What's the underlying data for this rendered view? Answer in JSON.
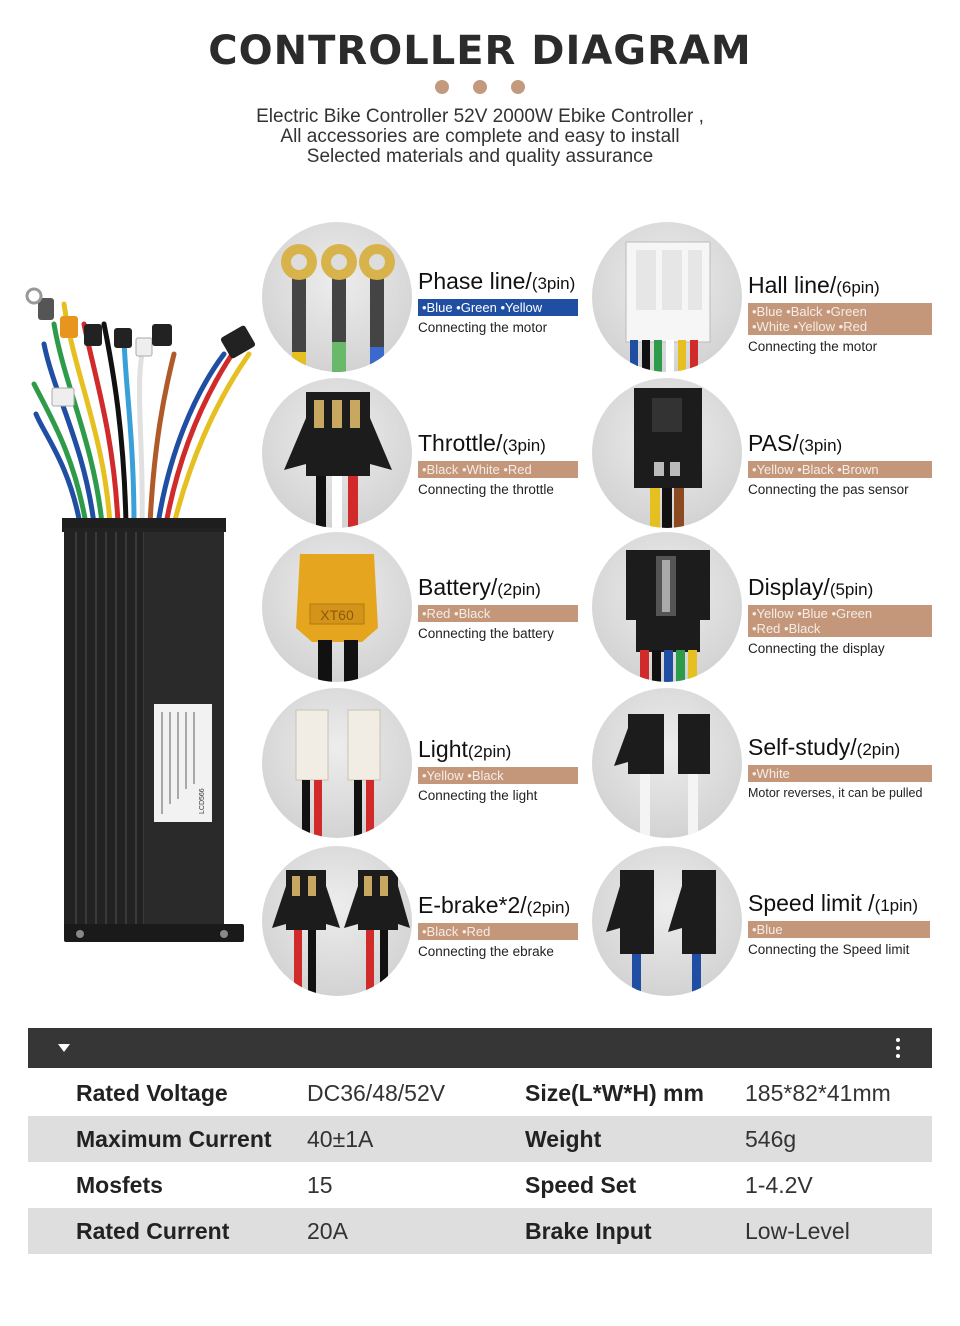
{
  "header": {
    "title": "CONTROLLER DIAGRAM",
    "subtitle_lines": [
      "Electric Bike Controller 52V 2000W Ebike Controller ,",
      "All accessories are complete and easy to install",
      "Selected materials and quality assurance"
    ]
  },
  "controller_label": "LCD566",
  "connectors": [
    {
      "name": "Phase line/",
      "pin": "(3pin)",
      "colors": [
        "•Blue •Green •Yellow"
      ],
      "desc": "Connecting the motor",
      "bar_color": "#1f4ea3"
    },
    {
      "name": "Hall line/",
      "pin": "(6pin)",
      "colors": [
        "•Blue •Balck •Green",
        "•White •Yellow •Red"
      ],
      "desc": "Connecting the motor",
      "bar_color": "#c4977b"
    },
    {
      "name": "Throttle/",
      "pin": "(3pin)",
      "colors": [
        "•Black  •White  •Red"
      ],
      "desc": "Connecting the throttle",
      "bar_color": "#c4977b"
    },
    {
      "name": "PAS/",
      "pin": "(3pin)",
      "colors": [
        "•Yellow •Black •Brown"
      ],
      "desc": "Connecting the pas sensor",
      "bar_color": "#c4977b"
    },
    {
      "name": "Battery/",
      "pin": "(2pin)",
      "colors": [
        "•Red   •Black"
      ],
      "desc": "Connecting the battery",
      "bar_color": "#c4977b"
    },
    {
      "name": "Display/",
      "pin": "(5pin)",
      "colors": [
        "•Yellow •Blue •Green",
        "•Red  •Black"
      ],
      "desc": "Connecting the display",
      "bar_color": "#c4977b"
    },
    {
      "name": "Light",
      "pin": "(2pin)",
      "colors": [
        "•Yellow  •Black"
      ],
      "desc": "Connecting the light",
      "bar_color": "#c4977b"
    },
    {
      "name": "Self-study/",
      "pin": "(2pin)",
      "colors": [
        "•White"
      ],
      "desc": "Motor reverses, it can be pulled",
      "bar_color": "#c4977b"
    },
    {
      "name": "E-brake*2/",
      "pin": "(2pin)",
      "colors": [
        "•Black  •Red"
      ],
      "desc": "Connecting the ebrake",
      "bar_color": "#c4977b"
    },
    {
      "name": "Speed limit /",
      "pin": "(1pin)",
      "colors": [
        "•Blue"
      ],
      "desc": "Connecting the Speed limit",
      "bar_color": "#c4977b"
    }
  ],
  "battery_plug_label": "XT60",
  "specs": [
    {
      "label1": "Rated Voltage",
      "value1": "DC36/48/52V",
      "label2": "Size(L*W*H) mm",
      "value2": "185*82*41mm"
    },
    {
      "label1": "Maximum Current",
      "value1": "40±1A",
      "label2": "Weight",
      "value2": "546g"
    },
    {
      "label1": "Mosfets",
      "value1": "15",
      "label2": "Speed Set",
      "value2": "1-4.2V"
    },
    {
      "label1": "Rated Current",
      "value1": "20A",
      "label2": "Brake Input",
      "value2": "Low-Level"
    }
  ]
}
